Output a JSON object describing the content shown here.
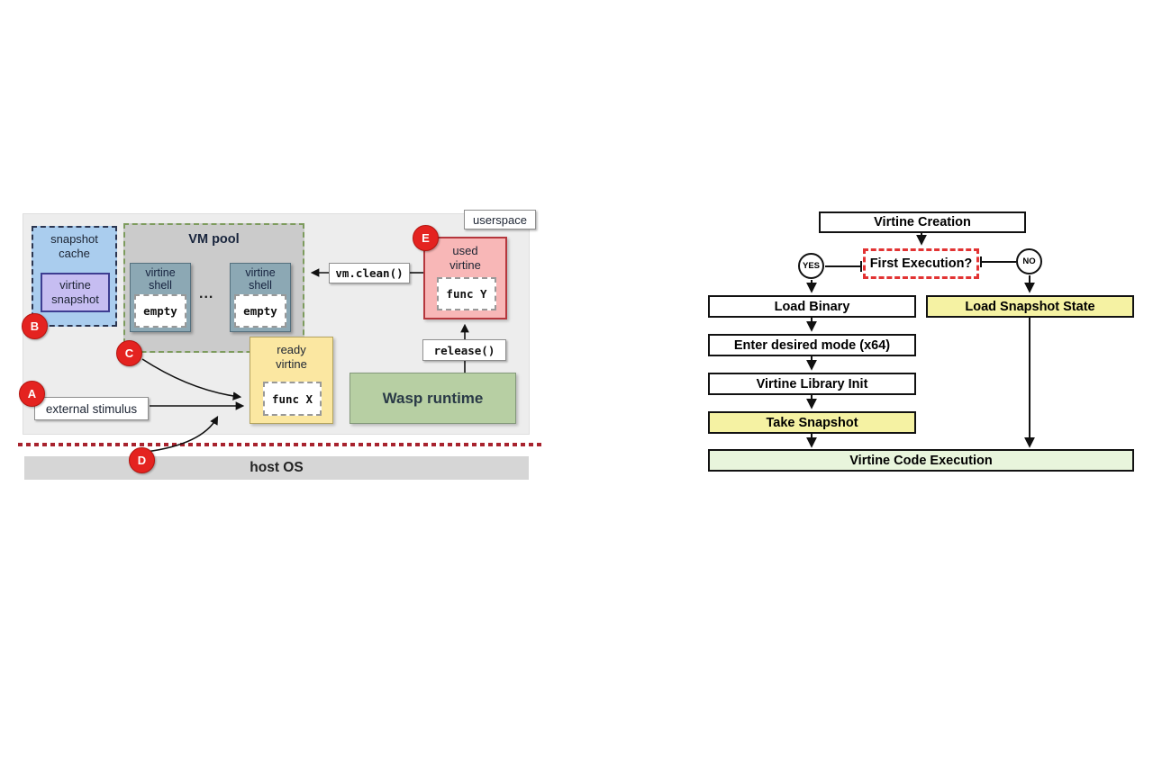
{
  "left": {
    "userspace": "userspace",
    "snapshot_cache_title": "snapshot cache",
    "virtine_snapshot": "virtine snapshot",
    "vm_pool": "VM pool",
    "shell_title": "virtine shell",
    "empty": "empty",
    "dots": "...",
    "ready_title": "ready virtine",
    "func_x": "func X",
    "used_title": "used virtine",
    "func_y": "func Y",
    "vm_clean": "vm.clean()",
    "release": "release()",
    "external_stimulus": "external stimulus",
    "wasp": "Wasp runtime",
    "host_os": "host OS",
    "markers": {
      "a": "A",
      "b": "B",
      "c": "C",
      "d": "D",
      "e": "E"
    }
  },
  "flow": {
    "creation": "Virtine Creation",
    "decision": "First Execution?",
    "yes": "YES",
    "no": "NO",
    "load_binary": "Load Binary",
    "load_snapshot": "Load Snapshot State",
    "enter_mode": "Enter desired mode (x64)",
    "library_init": "Virtine Library Init",
    "take_snapshot": "Take Snapshot",
    "code_exec": "Virtine Code Execution"
  },
  "colors": {
    "userspace_panel": "#ededed",
    "snapshot_cache_fill": "#aacdee",
    "virtine_snapshot_fill": "#c6bdf1",
    "vm_pool_fill": "#cbcbcb",
    "vm_pool_dash": "#7d9b5d",
    "shell_fill": "#8ca8b4",
    "ready_fill": "#fbe7a1",
    "used_fill": "#f8b7b7",
    "used_border": "#b5373d",
    "wasp_fill": "#b7cfa3",
    "host_bar_fill": "#d6d6d6",
    "marker_red": "#e42320",
    "separator_red": "#a8232e",
    "flow_yellow": "#f5f2a3",
    "flow_green": "#e8f5dc",
    "decision_dash_red": "#e23333"
  }
}
